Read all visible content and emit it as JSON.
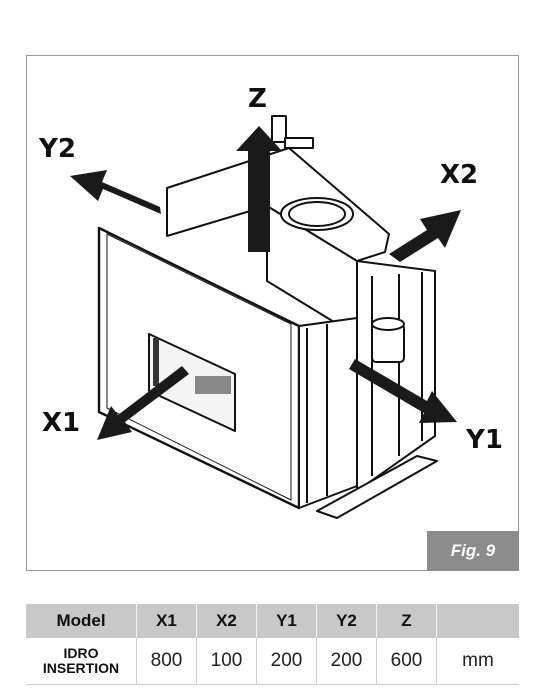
{
  "figure": {
    "caption": "Fig. 9",
    "axes": {
      "z": "Z",
      "y2": "Y2",
      "x2": "X2",
      "x1": "X1",
      "y1": "Y1"
    }
  },
  "table": {
    "headers": [
      "Model",
      "X1",
      "X2",
      "Y1",
      "Y2",
      "Z",
      ""
    ],
    "model_name": [
      "IDRO",
      "INSERTION"
    ],
    "values": [
      "800",
      "100",
      "200",
      "200",
      "600"
    ],
    "unit": "mm"
  }
}
